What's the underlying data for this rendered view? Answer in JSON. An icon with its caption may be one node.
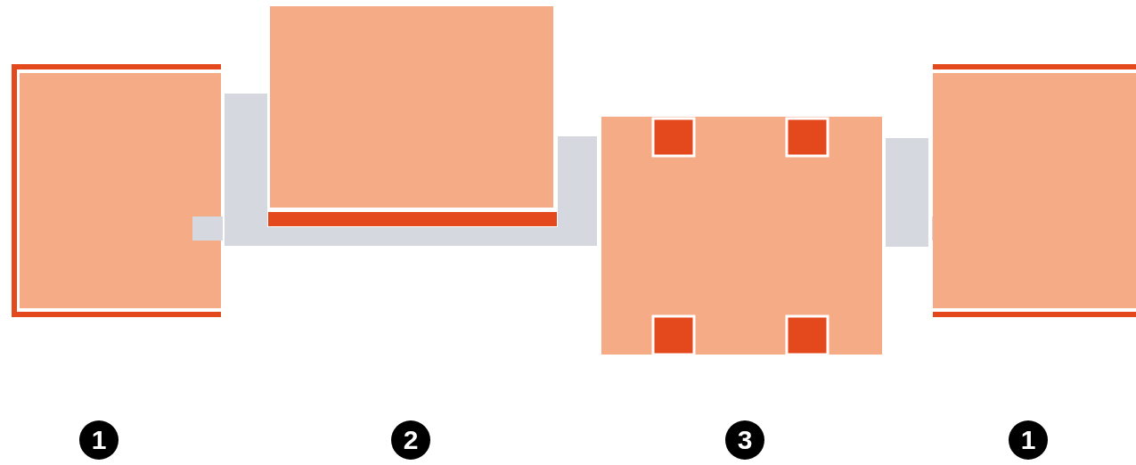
{
  "diagram": {
    "labels": [
      "1",
      "2",
      "3",
      "1"
    ]
  }
}
